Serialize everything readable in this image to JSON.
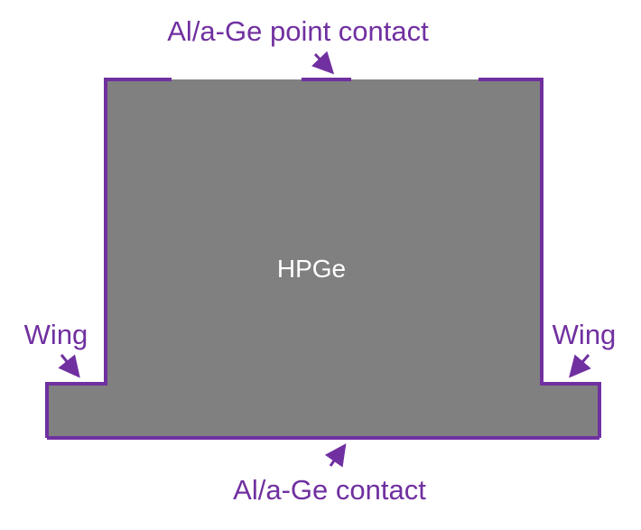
{
  "labels": {
    "top_contact": "Al/a-Ge point contact",
    "center": "HPGe",
    "left_wing": "Wing",
    "right_wing": "Wing",
    "bottom_contact": "Al/a-Ge contact"
  },
  "colors": {
    "crystal_fill": "#808080",
    "contact_outline": "#7030A0",
    "label_text": "#7030A0",
    "center_text": "#ffffff",
    "background": "#ffffff"
  }
}
